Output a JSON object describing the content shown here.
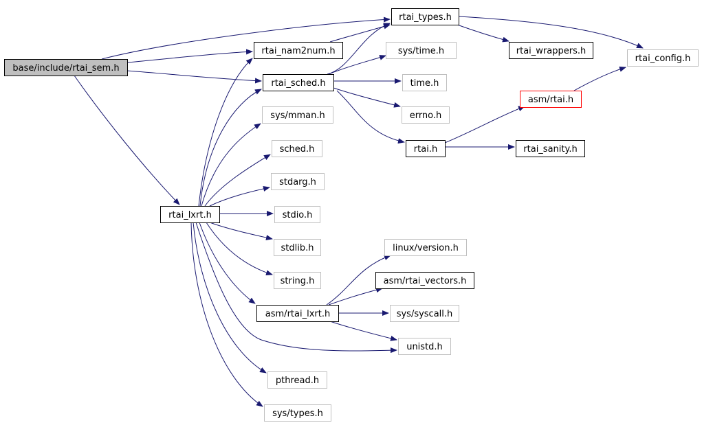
{
  "diagram": {
    "colors": {
      "edge": "#191970",
      "root_fill": "#bfbfbf",
      "normal_border": "#000000",
      "missing_border": "#bfbfbf",
      "truncated_border": "#ff0000",
      "text": "#000000"
    },
    "nodes": [
      {
        "id": "rtai_sem",
        "label": "base/include/rtai_sem.h",
        "kind": "root"
      },
      {
        "id": "rtai_types",
        "label": "rtai_types.h",
        "kind": "normal"
      },
      {
        "id": "rtai_nam2num",
        "label": "rtai_nam2num.h",
        "kind": "normal"
      },
      {
        "id": "sys_time",
        "label": "sys/time.h",
        "kind": "missing"
      },
      {
        "id": "rtai_wrappers",
        "label": "rtai_wrappers.h",
        "kind": "normal"
      },
      {
        "id": "rtai_config",
        "label": "rtai_config.h",
        "kind": "missing"
      },
      {
        "id": "rtai_sched",
        "label": "rtai_sched.h",
        "kind": "normal"
      },
      {
        "id": "time",
        "label": "time.h",
        "kind": "missing"
      },
      {
        "id": "asm_rtai",
        "label": "asm/rtai.h",
        "kind": "truncated"
      },
      {
        "id": "errno",
        "label": "errno.h",
        "kind": "missing"
      },
      {
        "id": "sys_mman",
        "label": "sys/mman.h",
        "kind": "missing"
      },
      {
        "id": "rtai",
        "label": "rtai.h",
        "kind": "normal"
      },
      {
        "id": "rtai_sanity",
        "label": "rtai_sanity.h",
        "kind": "normal"
      },
      {
        "id": "sched",
        "label": "sched.h",
        "kind": "missing"
      },
      {
        "id": "stdarg",
        "label": "stdarg.h",
        "kind": "missing"
      },
      {
        "id": "rtai_lxrt",
        "label": "rtai_lxrt.h",
        "kind": "normal"
      },
      {
        "id": "stdio",
        "label": "stdio.h",
        "kind": "missing"
      },
      {
        "id": "stdlib",
        "label": "stdlib.h",
        "kind": "missing"
      },
      {
        "id": "linux_version",
        "label": "linux/version.h",
        "kind": "missing"
      },
      {
        "id": "string",
        "label": "string.h",
        "kind": "missing"
      },
      {
        "id": "asm_rtai_vectors",
        "label": "asm/rtai_vectors.h",
        "kind": "normal"
      },
      {
        "id": "asm_rtai_lxrt",
        "label": "asm/rtai_lxrt.h",
        "kind": "normal"
      },
      {
        "id": "sys_syscall",
        "label": "sys/syscall.h",
        "kind": "missing"
      },
      {
        "id": "unistd",
        "label": "unistd.h",
        "kind": "missing"
      },
      {
        "id": "pthread",
        "label": "pthread.h",
        "kind": "missing"
      },
      {
        "id": "sys_types",
        "label": "sys/types.h",
        "kind": "missing"
      }
    ],
    "edges": [
      {
        "from": "rtai_sem",
        "to": "rtai_types"
      },
      {
        "from": "rtai_sem",
        "to": "rtai_nam2num"
      },
      {
        "from": "rtai_sem",
        "to": "rtai_sched"
      },
      {
        "from": "rtai_sem",
        "to": "rtai_lxrt"
      },
      {
        "from": "rtai_types",
        "to": "rtai_wrappers"
      },
      {
        "from": "rtai_types",
        "to": "rtai_config"
      },
      {
        "from": "rtai_nam2num",
        "to": "rtai_types"
      },
      {
        "from": "rtai_sched",
        "to": "rtai_types"
      },
      {
        "from": "rtai_sched",
        "to": "sys_time"
      },
      {
        "from": "rtai_sched",
        "to": "time"
      },
      {
        "from": "rtai_sched",
        "to": "errno"
      },
      {
        "from": "rtai_sched",
        "to": "rtai"
      },
      {
        "from": "rtai",
        "to": "asm_rtai"
      },
      {
        "from": "rtai",
        "to": "rtai_sanity"
      },
      {
        "from": "asm_rtai",
        "to": "rtai_config"
      },
      {
        "from": "rtai_lxrt",
        "to": "rtai_nam2num"
      },
      {
        "from": "rtai_lxrt",
        "to": "rtai_sched"
      },
      {
        "from": "rtai_lxrt",
        "to": "sys_mman"
      },
      {
        "from": "rtai_lxrt",
        "to": "sched"
      },
      {
        "from": "rtai_lxrt",
        "to": "stdarg"
      },
      {
        "from": "rtai_lxrt",
        "to": "stdio"
      },
      {
        "from": "rtai_lxrt",
        "to": "stdlib"
      },
      {
        "from": "rtai_lxrt",
        "to": "string"
      },
      {
        "from": "rtai_lxrt",
        "to": "asm_rtai_lxrt"
      },
      {
        "from": "rtai_lxrt",
        "to": "unistd"
      },
      {
        "from": "rtai_lxrt",
        "to": "pthread"
      },
      {
        "from": "rtai_lxrt",
        "to": "sys_types"
      },
      {
        "from": "asm_rtai_lxrt",
        "to": "linux_version"
      },
      {
        "from": "asm_rtai_lxrt",
        "to": "asm_rtai_vectors"
      },
      {
        "from": "asm_rtai_lxrt",
        "to": "sys_syscall"
      },
      {
        "from": "asm_rtai_lxrt",
        "to": "unistd"
      }
    ]
  }
}
